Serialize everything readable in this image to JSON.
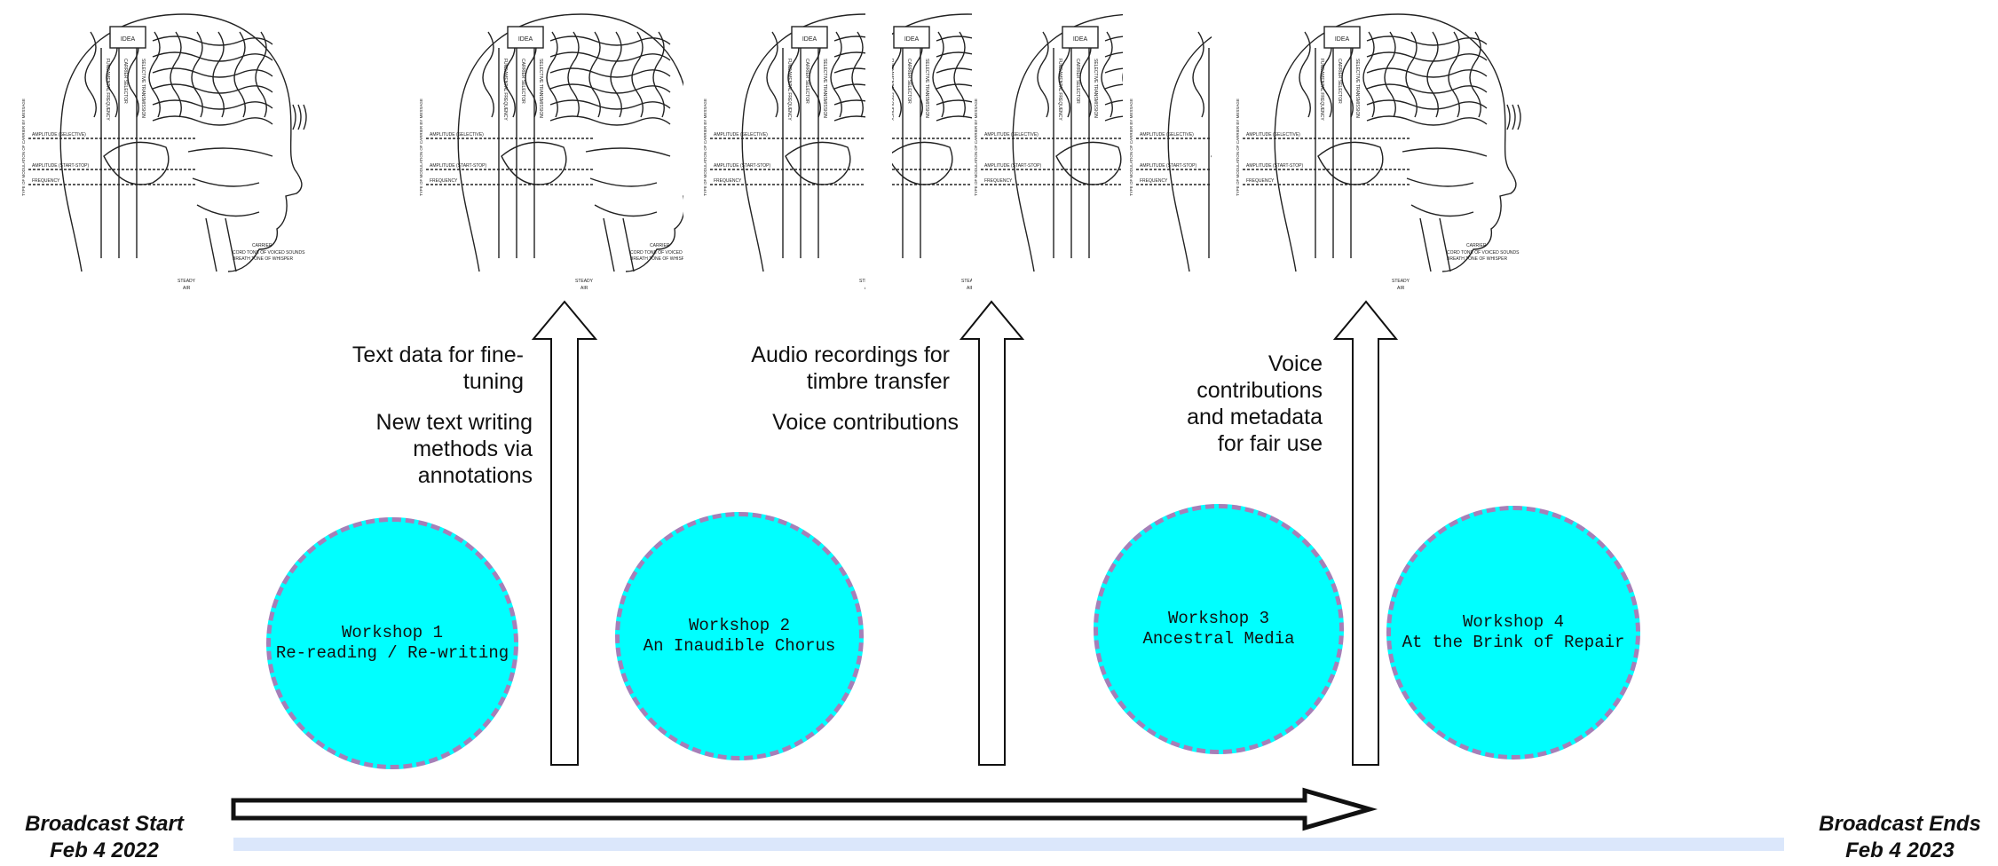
{
  "brain_figure": {
    "idea_label": "IDEA",
    "vertical_labels": [
      "FUNDAMENTAL FREQUENCY",
      "CARRIER SELECTOR",
      "SELECTIVE TRANSMISSION"
    ],
    "side_labels": [
      "AMPLITUDE (SELECTIVE)",
      "AMPLITUDE (START-STOP)",
      "FREQUENCY"
    ],
    "rotated_label": "TYPE OF MODULATION OF CARRIER BY MESSAGE",
    "carrier_label": "CARRIER",
    "cord_label": "CORD TONE OF VOICED SOUNDS",
    "breath_label": "BREATH TONE OF WHISPER",
    "steady_label": "STEADY",
    "air_label": "AIR"
  },
  "notes": [
    {
      "lines": [
        "Text data for fine-tuning",
        "New text writing methods via annotations"
      ]
    },
    {
      "lines": [
        "Audio recordings for timbre transfer",
        "Voice contributions"
      ]
    },
    {
      "lines": [
        "Voice contributions and metadata for fair use"
      ]
    }
  ],
  "workshops": [
    {
      "title": "Workshop 1",
      "subtitle": "Re-reading / Re-writing"
    },
    {
      "title": "Workshop 2",
      "subtitle": "An Inaudible Chorus"
    },
    {
      "title": "Workshop 3",
      "subtitle": "Ancestral Media"
    },
    {
      "title": "Workshop 4",
      "subtitle": "At the Brink of Repair"
    }
  ],
  "timeline": {
    "start_label": "Broadcast Start",
    "start_date": "Feb 4 2022",
    "end_label": "Broadcast Ends",
    "end_date": "Feb 4 2023"
  },
  "colors": {
    "workshop_fill": "#00ffff",
    "workshop_border": "#a57fb8",
    "timeline_bar": "#dbe7fb"
  }
}
